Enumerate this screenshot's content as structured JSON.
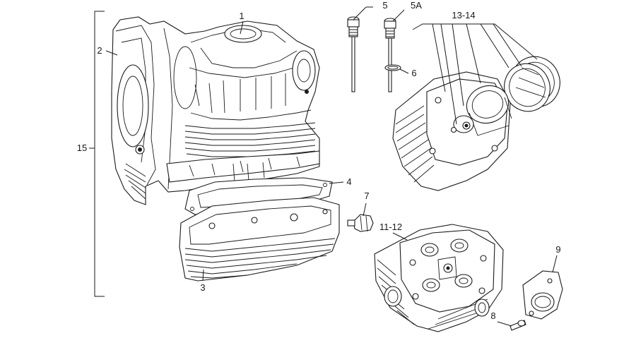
{
  "diagram": {
    "callouts": {
      "c1": "1",
      "c2": "2",
      "c3": "3",
      "c4": "4",
      "c5": "5",
      "c5a": "5A",
      "c6": "6",
      "c7": "7",
      "c8": "8",
      "c9": "9",
      "c11_12": "11-12",
      "c13_14": "13-14",
      "c15": "15"
    }
  }
}
